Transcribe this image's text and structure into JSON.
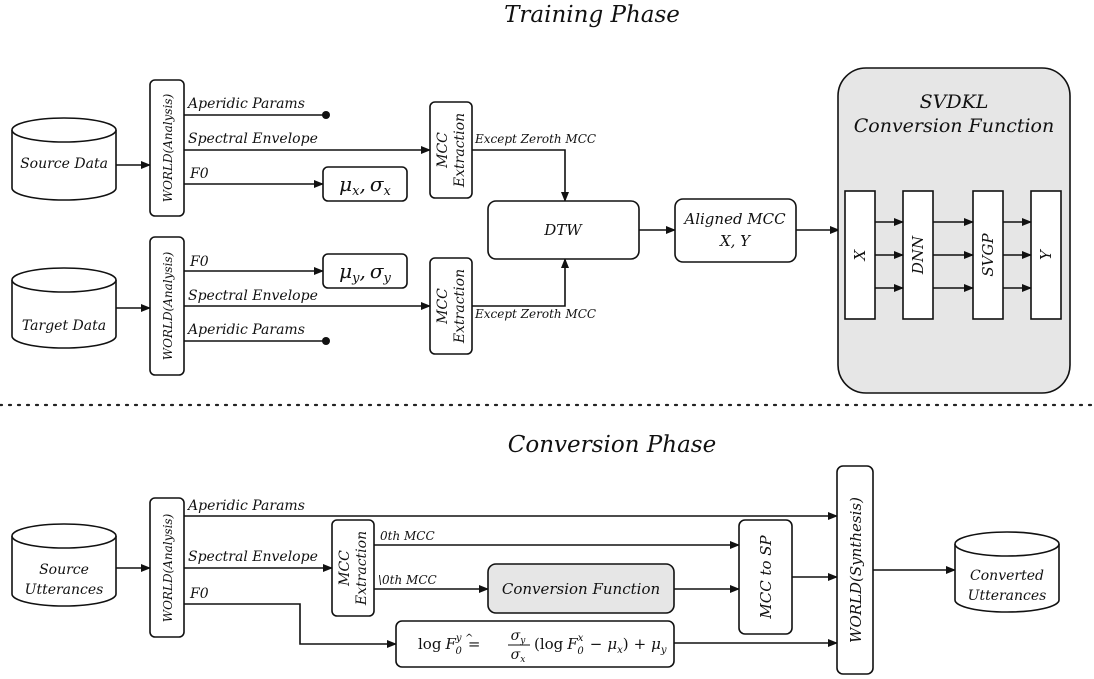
{
  "training": {
    "title": "Training Phase",
    "source_data": "Source Data",
    "target_data": "Target Data",
    "world_analysis": "WORLD(Analysis)",
    "aperiodic": "Aperidic Params",
    "spectral": "Spectral Envelope",
    "f0": "F0",
    "mcc_line1": "MCC",
    "mcc_line2": "Extraction",
    "except_zeroth": "Except Zeroth MCC",
    "dtw": "DTW",
    "aligned_line1": "Aligned MCC",
    "aligned_line2": "X, Y",
    "svdkl_line1": "SVDKL",
    "svdkl_line2": "Conversion Function",
    "col_x": "X",
    "col_dnn": "DNN",
    "col_svgp": "SVGP",
    "col_y": "Y",
    "stats_x_mu": "μ",
    "stats_x_mu_sub": "x",
    "stats_x_sigma": "σ",
    "stats_x_sigma_sub": "x",
    "stats_y_mu": "μ",
    "stats_y_mu_sub": "y",
    "stats_y_sigma": "σ",
    "stats_y_sigma_sub": "y",
    "comma": ","
  },
  "conversion": {
    "title": "Conversion Phase",
    "source_line1": "Source",
    "source_line2": "Utterances",
    "world_analysis": "WORLD(Analysis)",
    "aperiodic": "Aperidic Params",
    "spectral": "Spectral Envelope",
    "f0": "F0",
    "mcc_line1": "MCC",
    "mcc_line2": "Extraction",
    "zeroth_mcc": "0th MCC",
    "not_zeroth_mcc": "\\0th MCC",
    "conversion_function": "Conversion Function",
    "mcc_to_sp": "MCC to SP",
    "world_synthesis": "WORLD(Synthesis)",
    "converted_line1": "Converted",
    "converted_line2": "Utterances",
    "formula": {
      "log": "log",
      "F": "F",
      "hat": "^",
      "sup_y": "y",
      "sub_0": "0",
      "eq": "=",
      "frac_num": "σ",
      "frac_num_sub": "y",
      "frac_den": "σ",
      "frac_den_sub": "x",
      "rhs_open": "(log",
      "rhs_F": "F",
      "rhs_sup_x": "x",
      "rhs_sub_0": "0",
      "rhs_minus": "−",
      "rhs_mu": "μ",
      "rhs_mu_sub": "x",
      "rhs_close": ")",
      "rhs_plus": "+",
      "rhs_mu2": "μ",
      "rhs_mu2_sub": "y"
    }
  }
}
